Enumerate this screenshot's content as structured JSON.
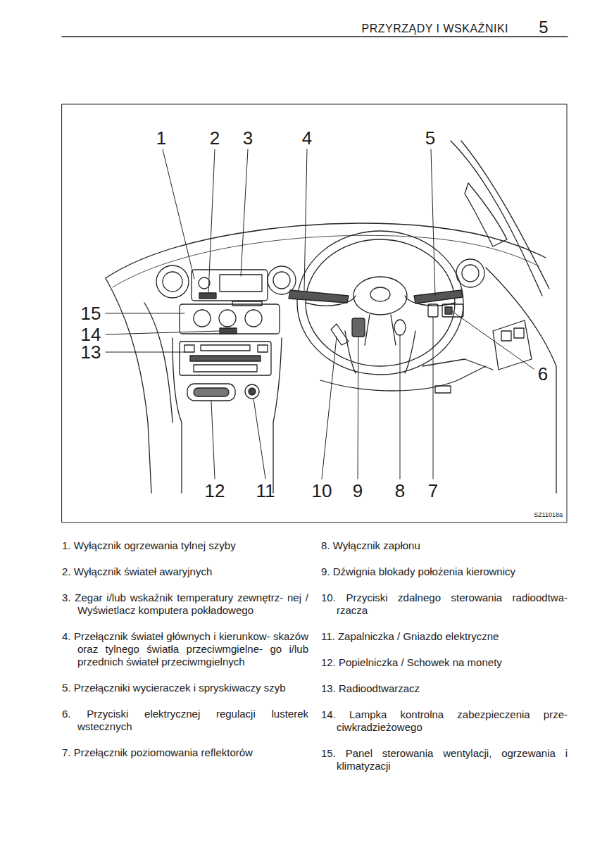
{
  "diagram": {
    "labels": [
      "PRZYRZĄDY I WSKAŹNIKI",
      "5",
      "1",
      "2",
      "3",
      "4",
      "5",
      "15",
      "14",
      "13",
      "6",
      "12",
      "11",
      "10",
      "9",
      "8",
      "7",
      "SZ11018a",
      "1. Wyłącznik ogrzewania tylnej szyby",
      "2. Wyłącznik świateł awaryjnych",
      "3. Zegar i/lub wskaźnik temperatury zewnętrz- nej / Wyświetlacz komputera pokładowego",
      "4. Przełącznik świateł głównych i kierunkow- skazów oraz tylnego światła przeciwmgielne- go i/lub przednich świateł przeciwmgielnych",
      "5. Przełączniki wycieraczek i spryskiwaczy szyb",
      "6. Przyciski elektrycznej regulacji lusterek wstecznych",
      "7. Przełącznik poziomowania reflektorów",
      "8. Wyłącznik zapłonu",
      "9. Dźwignia blokady położenia kierownicy",
      "10. Przyciski zdalnego sterowania radioodtwa- rzacza",
      "11. Zapalniczka / Gniazdo elektryczne",
      "12. Popielniczka / Schowek na monety",
      "13. Radioodtwarzacz",
      "14. Lampka kontrolna zabezpieczenia prze- ciwkradzieżowego",
      "15. Panel sterowania wentylacji, ogrzewania i klimatyzacji"
    ]
  }
}
